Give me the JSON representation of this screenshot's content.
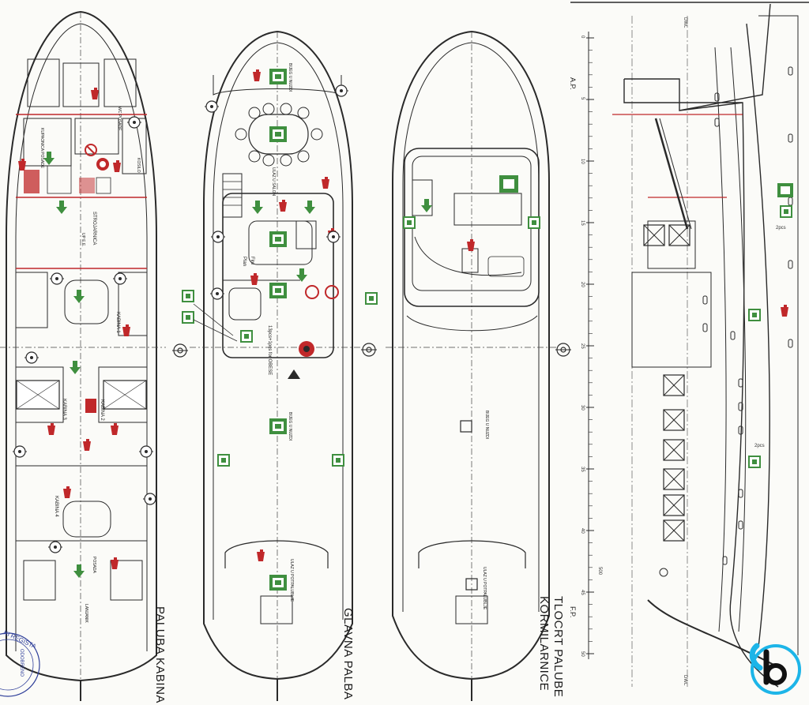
{
  "plans": {
    "cabin_deck": {
      "title": "PALUBA KABINA"
    },
    "main_deck": {
      "title": "GLAVNA PALBA"
    },
    "wheelhouse": {
      "title_line1": "TLOCRT PALUBE",
      "title_line2": "KORMILARNICE"
    }
  },
  "cabin_labels": {
    "kabina1": "KABINA 1",
    "kabina2": "KABINA 2",
    "kabina3": "KABINA 3",
    "kabina4": "KABINA 4",
    "posade": "POSADA",
    "strojarnica": "STROJARNICA",
    "kupaonica": "KUPAONICA POSADE",
    "wc_posade": "WC POSADE",
    "lanjanik": "LANJANIK",
    "up_ee": "UP E.E.",
    "kosilo": "KOSILO"
  },
  "main_labels": {
    "bijeg_u_nuzdi": "BIJEG U NUZDI",
    "ulaz_u_salon": "ULAZ U SALON",
    "fire": "Fire",
    "plan": "Plan",
    "ulaz_u_potpalublje": "ULAZ U POTPALUBLJE",
    "dimensions": "13pcs+1pcs for OBESE"
  },
  "wheel_labels": {
    "bijeg_u_nuzdi": "BIJEG U NUZDI",
    "ulaz_u_potpalublje": "ULAZ U POTPALUBLJE"
  },
  "profile": {
    "ap": "A.P.",
    "fp": "F.P.",
    "dwl_top": "DWL",
    "dwl_bottom": "DWL",
    "qty_top": "2pcs",
    "qty_mid": "2pcs",
    "frames": [
      "0",
      "5",
      "10",
      "15",
      "20",
      "25",
      "30",
      "35",
      "40",
      "45",
      "50"
    ],
    "dim_500": "500"
  },
  "stamp": {
    "text": "KI REGISTA",
    "sub": "ODOBRENO"
  },
  "colors": {
    "line": "#2a2a2a",
    "safety_green": "#3f8f3f",
    "fire_red": "#c0282a",
    "paper": "#fbfbf8"
  }
}
